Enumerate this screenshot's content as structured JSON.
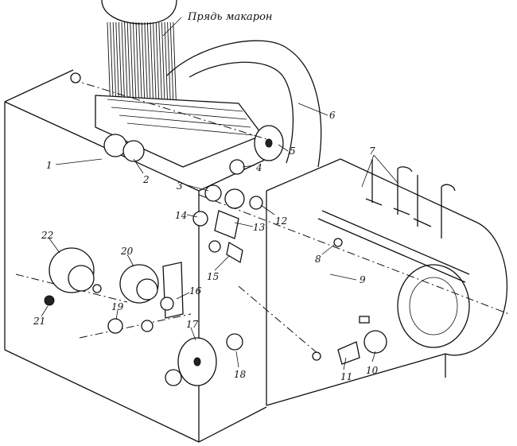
{
  "title_label": "Прядь макарон",
  "callouts": [
    {
      "id": "1",
      "text": "1"
    },
    {
      "id": "2",
      "text": "2"
    },
    {
      "id": "3",
      "text": "3"
    },
    {
      "id": "4",
      "text": "4"
    },
    {
      "id": "5",
      "text": "5"
    },
    {
      "id": "6",
      "text": "6"
    },
    {
      "id": "7",
      "text": "7"
    },
    {
      "id": "8",
      "text": "8"
    },
    {
      "id": "9",
      "text": "9"
    },
    {
      "id": "10",
      "text": "10"
    },
    {
      "id": "11",
      "text": "11"
    },
    {
      "id": "12",
      "text": "12"
    },
    {
      "id": "13",
      "text": "13"
    },
    {
      "id": "14",
      "text": "14"
    },
    {
      "id": "15",
      "text": "15"
    },
    {
      "id": "16",
      "text": "16"
    },
    {
      "id": "17",
      "text": "17"
    },
    {
      "id": "18",
      "text": "18"
    },
    {
      "id": "19",
      "text": "19"
    },
    {
      "id": "20",
      "text": "20"
    },
    {
      "id": "21",
      "text": "21"
    },
    {
      "id": "22",
      "text": "22"
    }
  ]
}
